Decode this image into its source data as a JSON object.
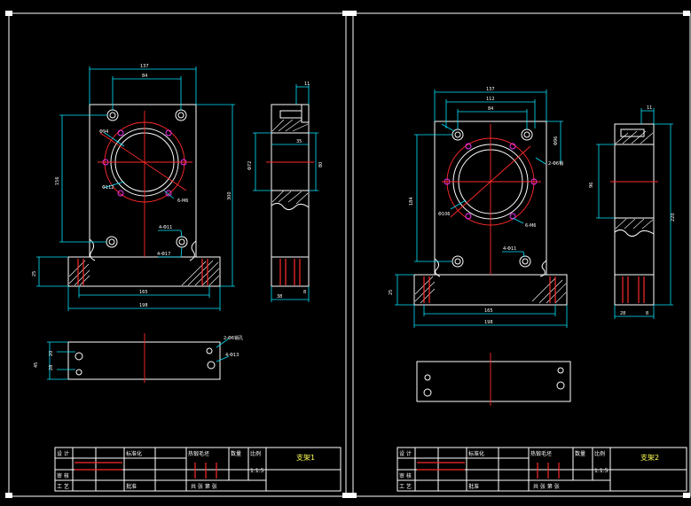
{
  "sheets": [
    {
      "title": "支架1",
      "front": {
        "width_overall": "137",
        "holes_spacing": "84",
        "height_overall": "300",
        "left_height": "156",
        "base_height": "25",
        "base_inner": "165",
        "base_overall": "198"
      },
      "callouts": {
        "bore": "Φ94",
        "pcd": "Φ112",
        "tap": "6-M6",
        "hole_a": "4-Φ11",
        "hole_b": "4-Φ17"
      },
      "side": {
        "top": "11",
        "bore_h": "Φ72",
        "depth": "35",
        "right": "80",
        "bottom_left": "38",
        "bottom_right": "8"
      },
      "bottom": {
        "left_a": "20",
        "left_b": "28",
        "left_c": "45",
        "note_a": "2-Φ6销孔",
        "note_b": "4-Φ13"
      },
      "title_block": {
        "row1": [
          "设 计",
          "",
          "",
          "",
          "标准化"
        ],
        "row2": [
          "审 核",
          "",
          "",
          "",
          ""
        ],
        "row3": [
          "工 艺",
          "",
          "",
          "",
          "批准"
        ],
        "mat": "热锻毛坯",
        "qty": "数量",
        "scale_label": "比例",
        "scale": "1:1.5",
        "sheets": "共 张 第 张"
      }
    },
    {
      "title": "支架2",
      "front": {
        "width_overall": "137",
        "w2": "112",
        "holes_spacing": "84",
        "height_overall": "184",
        "base_height": "25",
        "base_inner": "165",
        "base_overall": "198",
        "r1": "Φ96",
        "r2": "2-Φ6销"
      },
      "callouts": {
        "bore": "Φ106",
        "tap": "6-M6",
        "hole": "4-Φ11"
      },
      "side": {
        "top": "11",
        "bore_h": "96",
        "total": "220",
        "bottom_left": "28",
        "bottom_right": "8"
      },
      "title_block": {
        "row1": [
          "设 计",
          "",
          "",
          "",
          "标准化"
        ],
        "row2": [
          "审 核",
          "",
          "",
          "",
          ""
        ],
        "row3": [
          "工 艺",
          "",
          "",
          "",
          "批准"
        ],
        "mat": "热锻毛坯",
        "qty": "数量",
        "scale_label": "比例",
        "scale": "1:1.5",
        "sheets": "共 张 第 张"
      }
    }
  ]
}
